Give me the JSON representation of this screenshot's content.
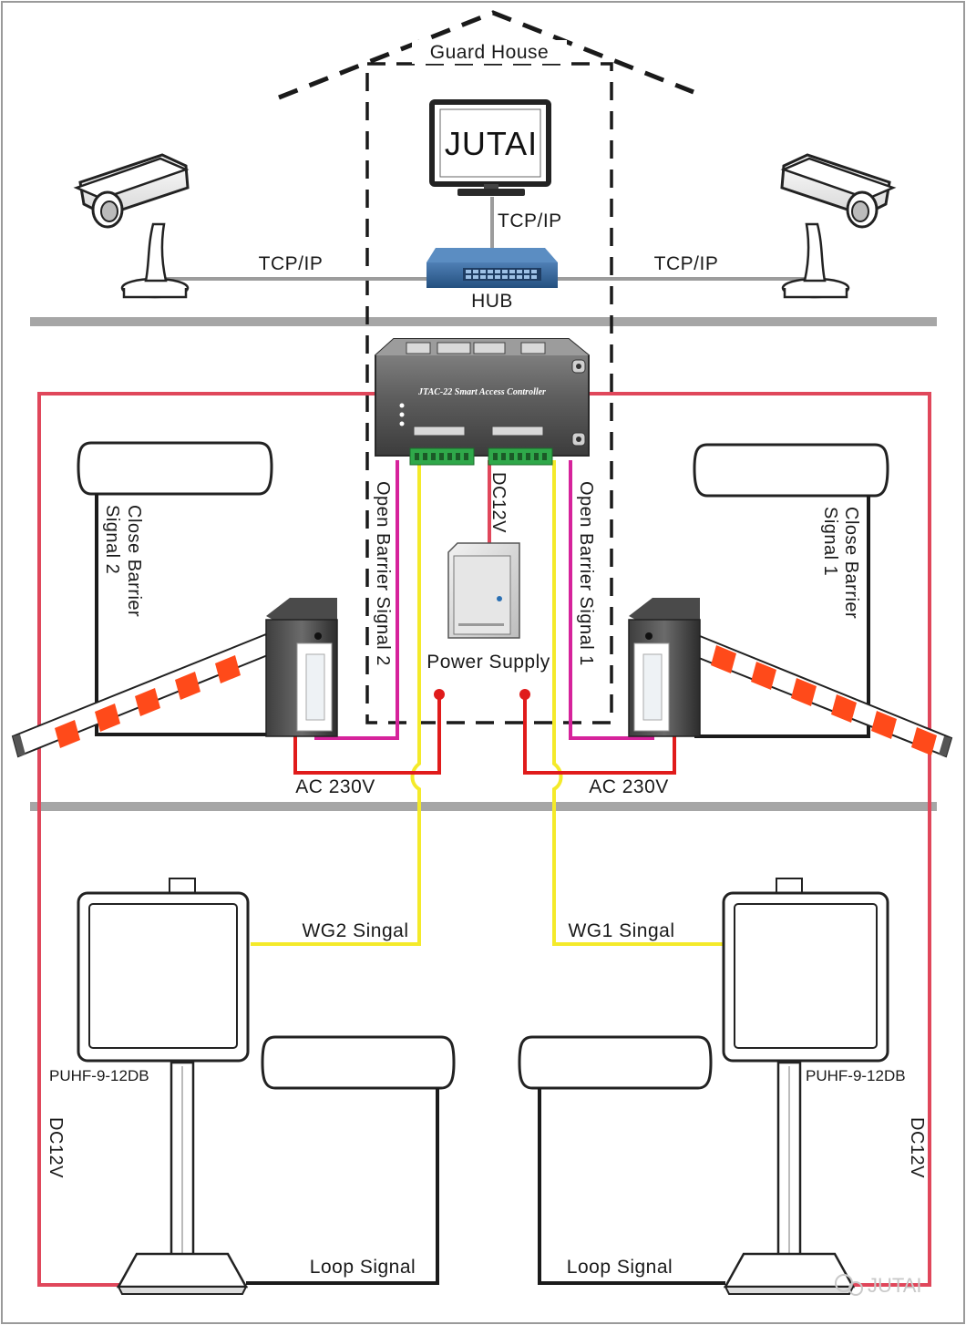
{
  "guard_house": {
    "title": "Guard House"
  },
  "monitor": {
    "brand": "JUTAI"
  },
  "network": {
    "hub_label": "HUB",
    "link_monitor_hub": "TCP/IP",
    "link_left_camera": "TCP/IP",
    "link_right_camera": "TCP/IP"
  },
  "controller": {
    "name": "JTAC-22 Smart Access Controller"
  },
  "power_supply": {
    "label": "Power Supply",
    "output": "DC12V"
  },
  "signals": {
    "open_barrier_2": "Open Barrier Signal 2",
    "open_barrier_1": "Open Barrier Signal 1",
    "close_barrier_2": "Close Barrier Signal 2",
    "close_barrier_1": "Close Barrier Signal 1",
    "ac_left": "AC 230V",
    "ac_right": "AC 230V",
    "wg2": "WG2 Singal",
    "wg1": "WG1 Singal",
    "loop_left": "Loop Signal",
    "loop_right": "Loop Signal",
    "dc_left": "DC12V",
    "dc_right": "DC12V"
  },
  "readers": {
    "left_model": "PUHF-9-12DB",
    "right_model": "PUHF-9-12DB"
  },
  "watermark": "JUTAI",
  "colors": {
    "power_red": "#e0475b",
    "signal_magenta": "#d6239b",
    "wiegand_yellow": "#f4ea2a",
    "ac_red": "#e01b1b",
    "loop_black": "#1b1b1b",
    "floor_gray": "#a6a6a6"
  }
}
